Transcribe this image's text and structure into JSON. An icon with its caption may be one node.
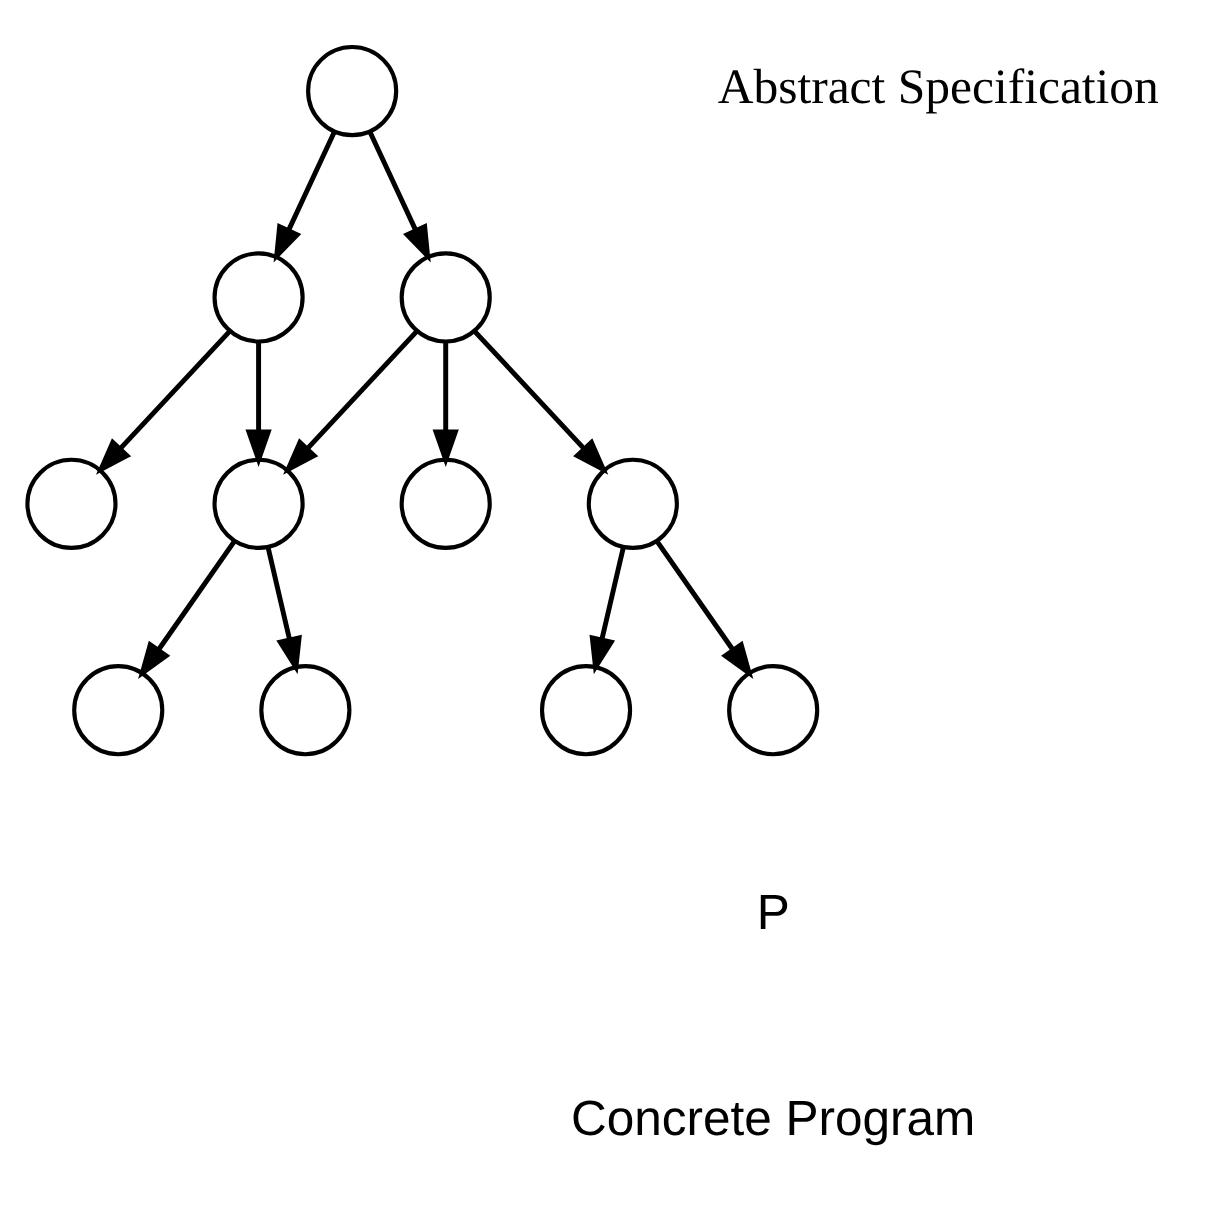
{
  "diagram": {
    "nodes": [
      {
        "text": [],
        "shape": "circle"
      },
      {
        "text": [],
        "shape": "circle"
      },
      {
        "text": [],
        "shape": "circle"
      },
      {
        "text": [],
        "shape": "circle"
      },
      {
        "text": [],
        "shape": "circle"
      },
      {
        "text": [],
        "shape": "circle"
      },
      {
        "text": [],
        "shape": "circle"
      },
      {
        "text": [],
        "shape": "circle"
      },
      {
        "text": [],
        "shape": "circle"
      },
      {
        "text": [],
        "shape": "circle"
      },
      {
        "text": [],
        "shape": "circle"
      }
    ],
    "edges": [
      {
        "from": 0,
        "to": 1,
        "arrow": "to"
      },
      {
        "from": 0,
        "to": 2,
        "arrow": "to"
      },
      {
        "from": 1,
        "to": 3,
        "arrow": "to"
      },
      {
        "from": 1,
        "to": 4,
        "arrow": "to"
      },
      {
        "from": 2,
        "to": 4,
        "arrow": "to"
      },
      {
        "from": 2,
        "to": 5,
        "arrow": "to"
      },
      {
        "from": 2,
        "to": 6,
        "arrow": "to"
      },
      {
        "from": 4,
        "to": 7,
        "arrow": "to"
      },
      {
        "from": 4,
        "to": 8,
        "arrow": "to"
      },
      {
        "from": 6,
        "to": 9,
        "arrow": "to"
      },
      {
        "from": 6,
        "to": 10,
        "arrow": "to"
      }
    ],
    "labels": [
      "Abstract Specification",
      "P",
      "Concrete Program"
    ]
  }
}
